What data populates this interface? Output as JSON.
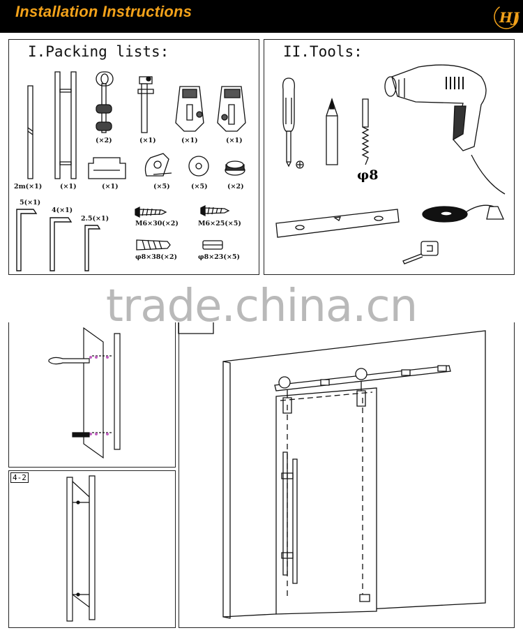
{
  "header": {
    "title": "Installation Instructions",
    "logo_text": "HJ",
    "bg": "#000000",
    "accent": "#f3a21a"
  },
  "packing": {
    "title": "I.Packing lists:",
    "items": [
      {
        "id": "rod",
        "qty": "2m(×1)"
      },
      {
        "id": "handle",
        "qty": "(×1)"
      },
      {
        "id": "roller",
        "qty": "(×2)"
      },
      {
        "id": "stopper",
        "qty": "(×1)"
      },
      {
        "id": "clamp-a",
        "qty": "(×1)"
      },
      {
        "id": "clamp-b",
        "qty": "(×1)"
      },
      {
        "id": "guide",
        "qty": "(×1)"
      },
      {
        "id": "bracket",
        "qty": "(×5)"
      },
      {
        "id": "washer",
        "qty": "(×5)"
      },
      {
        "id": "cap",
        "qty": "(×2)"
      },
      {
        "id": "hex-5",
        "qty": "5(×1)"
      },
      {
        "id": "hex-4",
        "qty": "4(×1)"
      },
      {
        "id": "hex-25",
        "qty": "2.5(×1)"
      },
      {
        "id": "screw-m6x30",
        "qty": "M6×30(×2)"
      },
      {
        "id": "screw-m6x25",
        "qty": "M6×25(×5)"
      },
      {
        "id": "anchor-8x38",
        "qty": "φ8×38(×2)"
      },
      {
        "id": "anchor-8x23",
        "qty": "φ8×23(×5)"
      }
    ]
  },
  "tools": {
    "title": "II.Tools:",
    "drill_bit": "φ8"
  },
  "watermark": "trade.china.cn",
  "steps": {
    "step_4_2": "4-2"
  }
}
